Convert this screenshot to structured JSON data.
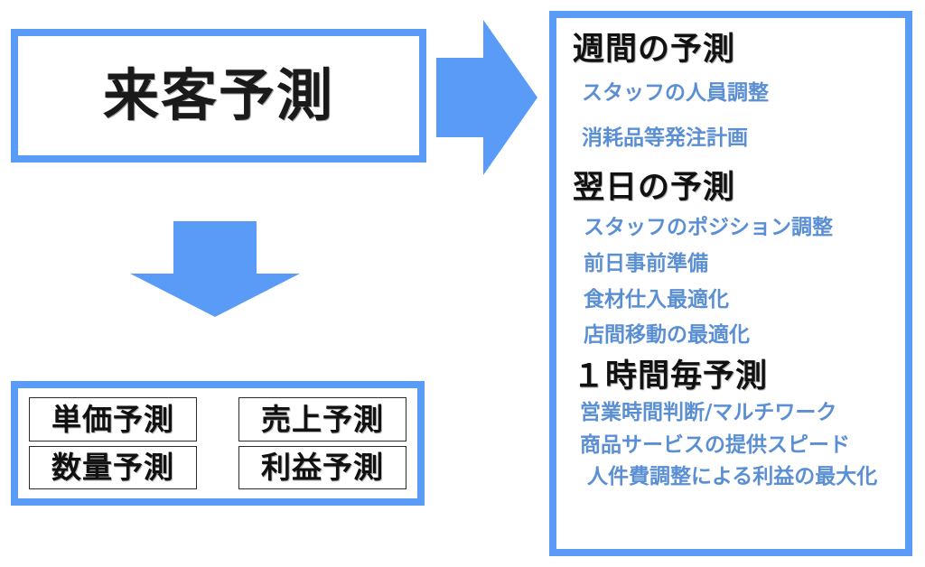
{
  "colors": {
    "accent_blue": "#5b9bf8",
    "list_text_blue": "#5b8fd4",
    "heading_black": "#111111",
    "box_border_dark": "#2b2b2b",
    "background": "#ffffff"
  },
  "main": {
    "title": "来客予測"
  },
  "arrows": {
    "right_arrow_name": "right-arrow",
    "down_arrow_name": "down-arrow"
  },
  "predictions": {
    "cells": [
      {
        "label": "単価予測"
      },
      {
        "label": "売上予測"
      },
      {
        "label": "数量予測"
      },
      {
        "label": "利益予測"
      }
    ]
  },
  "right_panel": {
    "sections": [
      {
        "heading": "週間の予測",
        "items": [
          "スタッフの人員調整",
          "消耗品等発注計画"
        ]
      },
      {
        "heading": "翌日の予測",
        "items": [
          "スタッフのポジション調整",
          "前日事前準備",
          "食材仕入最適化",
          "店間移動の最適化"
        ]
      },
      {
        "heading": "１時間毎予測",
        "items": [
          "営業時間判断/マルチワーク",
          "商品サービスの提供スピード",
          "人件費調整による利益の最大化"
        ]
      }
    ]
  }
}
